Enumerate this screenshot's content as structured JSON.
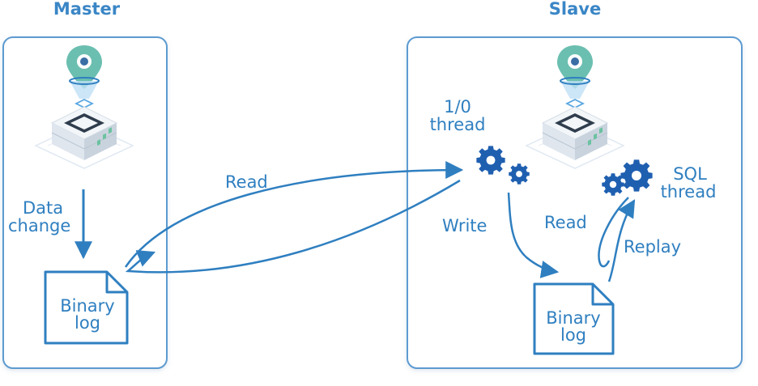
{
  "master": {
    "title": "Master",
    "data_change_line1": "Data",
    "data_change_line2": "change",
    "binary_log_line1": "Binary",
    "binary_log_line2": "log"
  },
  "slave": {
    "title": "Slave",
    "io_thread_line1": "1/0",
    "io_thread_line2": "thread",
    "sql_thread_line1": "SQL",
    "sql_thread_line2": "thread",
    "write_label": "Write",
    "read_label": "Read",
    "replay_label": "Replay",
    "binary_log_line1": "Binary",
    "binary_log_line2": "log"
  },
  "connection": {
    "read_label": "Read"
  },
  "icons": {
    "server": "database-server-icon",
    "gears": "gears-icon",
    "document": "document-icon"
  },
  "colors": {
    "accent": "#2f7fc0",
    "gear": "#1f5fb0",
    "panel_border": "#5d9bd1"
  }
}
